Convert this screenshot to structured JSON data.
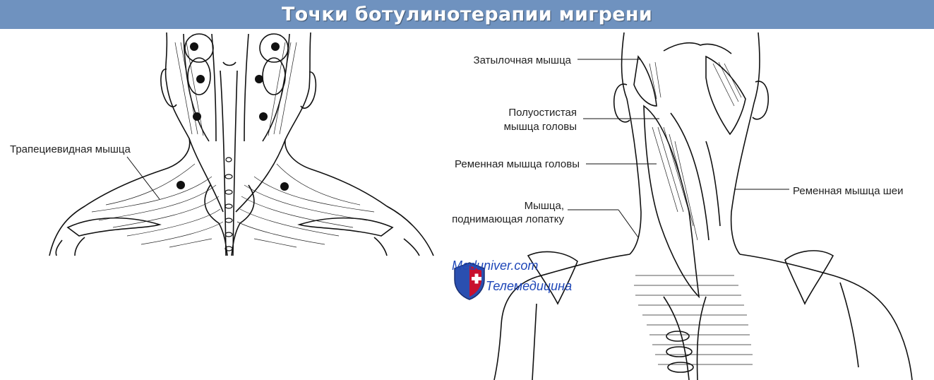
{
  "title": "Точки ботулинотерапии мигрени",
  "colors": {
    "title_bar": "#6f92bf",
    "title_text": "#ffffff",
    "line": "#111111",
    "watermark": "#1f47b8"
  },
  "labels": {
    "trapezius": "Трапециевидная мышца",
    "occipital": "Затылочная мышца",
    "semispinalis_1": "Полуостистая",
    "semispinalis_2": "мышца головы",
    "splenius_capitis": "Ременная мышца головы",
    "splenius_cervicis": "Ременная мышца шеи",
    "levator_1": "Мышца,",
    "levator_2": "поднимающая лопатку"
  },
  "watermark": {
    "site": "Meduniver.com",
    "subtitle": "Телемедицина",
    "icon": "shield-cross-icon"
  }
}
